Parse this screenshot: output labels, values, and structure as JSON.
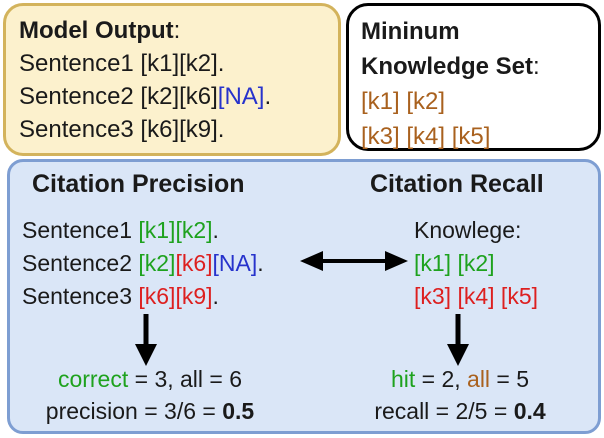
{
  "colors": {
    "citation_correct_green": "#1EA21E",
    "citation_wrong_red": "#DD1F1F",
    "citation_na_blue": "#2733CC",
    "knowledge_brown": "#A9611E",
    "model_box_bg": "#FCF1CD",
    "model_box_border": "#D3B35C",
    "eval_box_bg": "#DAE6F7",
    "eval_box_border": "#7E9ED2"
  },
  "model_output_box": {
    "title": "Model Output",
    "title_colon": ":",
    "sentence1": "Sentence1 [k1][k2].",
    "sentence2_text": "Sentence2 [k2][k6]",
    "sentence2_na": "[NA]",
    "sentence2_period": ".",
    "sentence3": "Sentence3 [k6][k9]."
  },
  "knowledge_box": {
    "title_line1": "Mininum",
    "title_line2": "Knowledge Set",
    "title_colon": ":",
    "knowledge_row1": "[k1] [k2]",
    "knowledge_row2": "[k3] [k4] [k5]"
  },
  "evaluation_box": {
    "precision": {
      "heading": "Citation Precision",
      "sentence1_label": "Sentence1 ",
      "sentence1_correct": "[k1][k2]",
      "sentence1_period": ".",
      "sentence2_label": "Sentence2 ",
      "sentence2_correct": "[k2]",
      "sentence2_wrong": "[k6]",
      "sentence2_na": "[NA]",
      "sentence2_period": ".",
      "sentence3_label": "Sentence3 ",
      "sentence3_wrong": "[k6][k9]",
      "sentence3_period": ".",
      "stat_correct_label": "correct",
      "stat_rest": " = 3, all = 6",
      "formula_prefix": "precision = 3/6 = ",
      "formula_value": "0.5"
    },
    "recall": {
      "heading": "Citation Recall",
      "knowledge_label": "Knowlege:",
      "hit_row": "[k1] [k2]",
      "miss_row": "[k3] [k4] [k5]",
      "stat_hit_label": "hit",
      "stat_mid": " = 2, ",
      "stat_all_label": "all",
      "stat_rest": " = 5",
      "formula_prefix": "recall = 2/5 = ",
      "formula_value": "0.4"
    }
  }
}
